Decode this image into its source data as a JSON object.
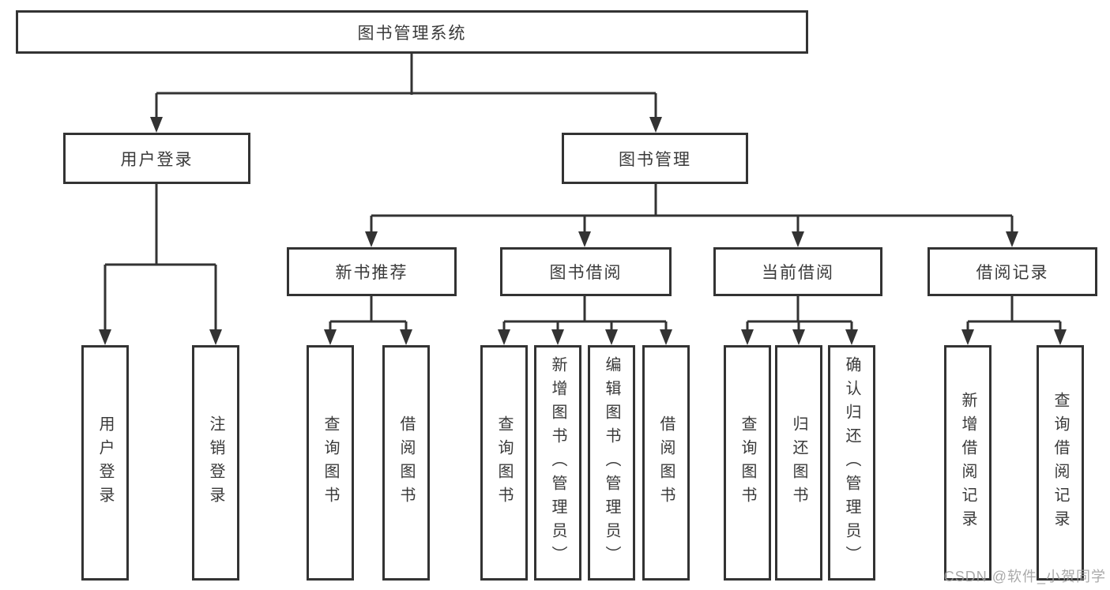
{
  "diagram": {
    "type": "hierarchy",
    "colors": {
      "line": "#333333",
      "box_border": "#333333",
      "box_fill": "#ffffff",
      "text": "#3a3a3a",
      "watermark": "#9e9e9e",
      "background": "#ffffff"
    },
    "tree": {
      "label": "图书管理系统",
      "children": [
        {
          "label": "用户登录",
          "children": [
            {
              "label": "用户登录"
            },
            {
              "label": "注销登录"
            }
          ]
        },
        {
          "label": "图书管理",
          "children": [
            {
              "label": "新书推荐",
              "children": [
                {
                  "label": "查询图书"
                },
                {
                  "label": "借阅图书"
                }
              ]
            },
            {
              "label": "图书借阅",
              "children": [
                {
                  "label": "查询图书"
                },
                {
                  "label": "新增图书（管理员）"
                },
                {
                  "label": "编辑图书（管理员）"
                },
                {
                  "label": "借阅图书"
                }
              ]
            },
            {
              "label": "当前借阅",
              "children": [
                {
                  "label": "查询图书"
                },
                {
                  "label": "归还图书"
                },
                {
                  "label": "确认归还（管理员）"
                }
              ]
            },
            {
              "label": "借阅记录",
              "children": [
                {
                  "label": "新增借阅记录"
                },
                {
                  "label": "查询借阅记录"
                }
              ]
            }
          ]
        }
      ]
    },
    "watermark": {
      "text": "CSDN @软件_小贺同学"
    }
  }
}
